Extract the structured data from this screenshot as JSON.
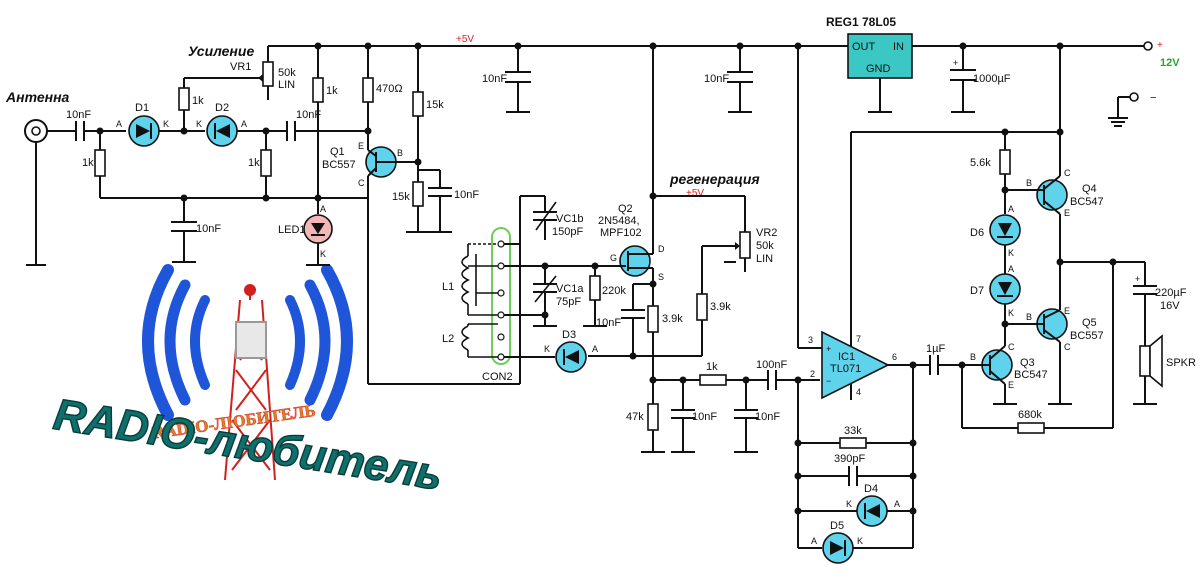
{
  "labels": {
    "antenna": "Антенна",
    "gain": "Усиление",
    "regen": "регенерация",
    "plus5v_top": "+5V",
    "plus5v_mid": "+5V",
    "plus": "+",
    "minus": "−",
    "v12": "12V",
    "vr1": "VR1",
    "vr1_val": "50k",
    "vr1_lin": "LIN",
    "vr2": "VR2",
    "vr2_val": "50k",
    "vr2_lin": "LIN",
    "d1": "D1",
    "d2": "D2",
    "d3": "D3",
    "d4": "D4",
    "d5": "D5",
    "d6": "D6",
    "d7": "D7",
    "led1": "LED1",
    "q1": "Q1",
    "q1_type": "BC557",
    "q2": "Q2",
    "q2_type1": "2N5484,",
    "q2_type2": "MPF102",
    "q3": "Q3",
    "q3_type": "BC547",
    "q4": "Q4",
    "q4_type": "BC547",
    "q5": "Q5",
    "q5_type": "BC557",
    "reg": "REG1 78L05",
    "reg_out": "OUT",
    "reg_in": "IN",
    "reg_gnd": "GND",
    "ic1": "IC1",
    "ic1_type": "TL071",
    "con2": "CON2",
    "l1": "L1",
    "l2": "L2",
    "vc1b": "VC1b",
    "vc1b_val": "150pF",
    "vc1a": "VC1a",
    "vc1a_val": "75pF",
    "spkr": "SPKR",
    "logo_small": "RADIO-ЛЮБИТЕЛЬ",
    "logo_big": "RADIO-любитель"
  },
  "values": {
    "c_ant": "10nF",
    "c_d2": "10nF",
    "r_ant": "1k",
    "r_vr1": "1k",
    "r_d2": "1k",
    "r_led": "1k",
    "c_gnd1": "10nF",
    "r470": "470Ω",
    "r15k_a": "15k",
    "r15k_b": "15k",
    "c_q1": "10nF",
    "c_top1": "10nF",
    "c_top2": "10nF",
    "c1000": "1000µF",
    "r220k": "220k",
    "c_gate": "10nF",
    "r39_a": "3.9k",
    "r39_b": "3.9k",
    "r47k": "47k",
    "c_f1": "10nF",
    "r1k_f": "1k",
    "c_f2": "10nF",
    "c100n": "100nF",
    "c1u": "1µF",
    "r33k": "33k",
    "c390p": "390pF",
    "r56k": "5.6k",
    "r680k": "680k",
    "c220u": "220µF",
    "c220u_v": "16V",
    "pin2": "2",
    "pin3": "3",
    "pin4": "4",
    "pin6": "6",
    "pin7": "7"
  }
}
